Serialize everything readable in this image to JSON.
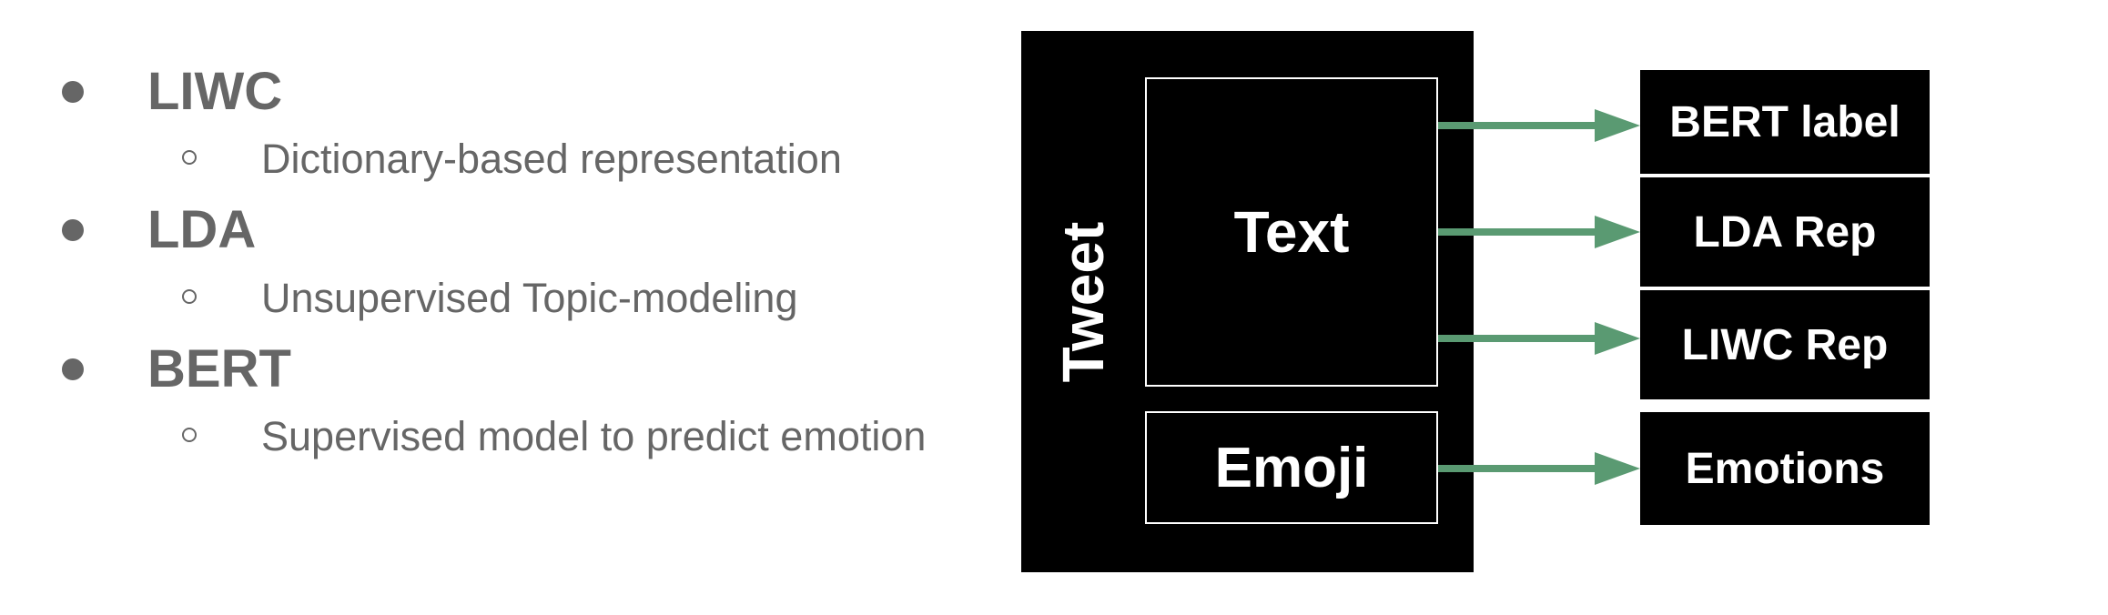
{
  "bullets": [
    {
      "label": "LIWC",
      "sub": "Dictionary-based representation"
    },
    {
      "label": "LDA",
      "sub": "Unsupervised Topic-modeling"
    },
    {
      "label": "BERT",
      "sub": "Supervised model to predict emotion"
    }
  ],
  "diagram": {
    "tweet_label": "Tweet",
    "text_label": "Text",
    "emoji_label": "Emoji",
    "outputs": [
      "BERT label",
      "LDA Rep",
      "LIWC Rep",
      "Emotions"
    ],
    "arrow_color": "#5a9a72",
    "box_color": "#000000",
    "bullet_text_color": "#666666"
  }
}
